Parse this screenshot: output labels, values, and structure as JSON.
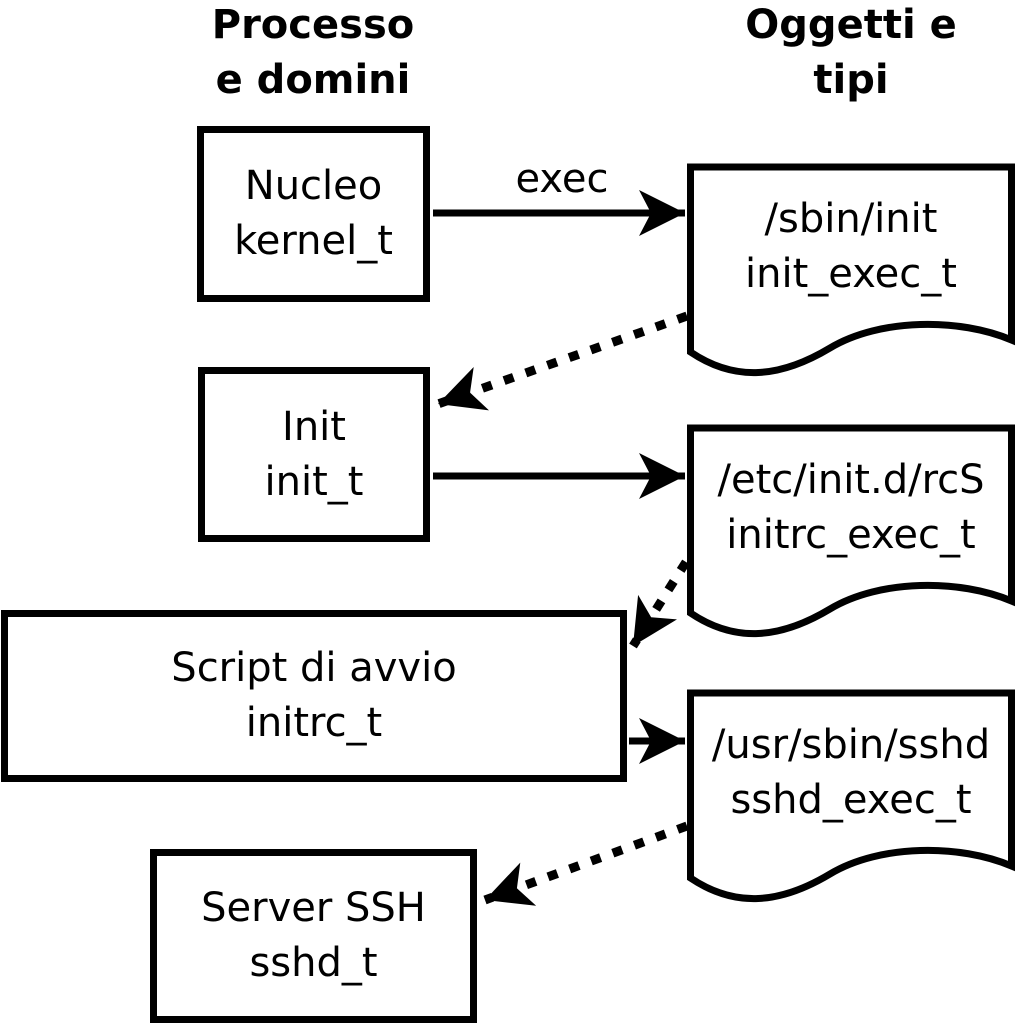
{
  "headers": {
    "left": {
      "line1": "Processo",
      "line2": "e domini"
    },
    "right": {
      "line1": "Oggetti e",
      "line2": "tipi"
    }
  },
  "processes": [
    {
      "name": "Nucleo",
      "type": "kernel_t"
    },
    {
      "name": "Init",
      "type": "init_t"
    },
    {
      "name": "Script di avvio",
      "type": "initrc_t"
    },
    {
      "name": "Server SSH",
      "type": "sshd_t"
    }
  ],
  "objects": [
    {
      "path": "/sbin/init",
      "type": "init_exec_t"
    },
    {
      "path": "/etc/init.d/rcS",
      "type": "initrc_exec_t"
    },
    {
      "path": "/usr/sbin/sshd",
      "type": "sshd_exec_t"
    }
  ],
  "labels": {
    "exec": "exec"
  },
  "colors": {
    "foreground": "#000000",
    "background": "#ffffff"
  }
}
